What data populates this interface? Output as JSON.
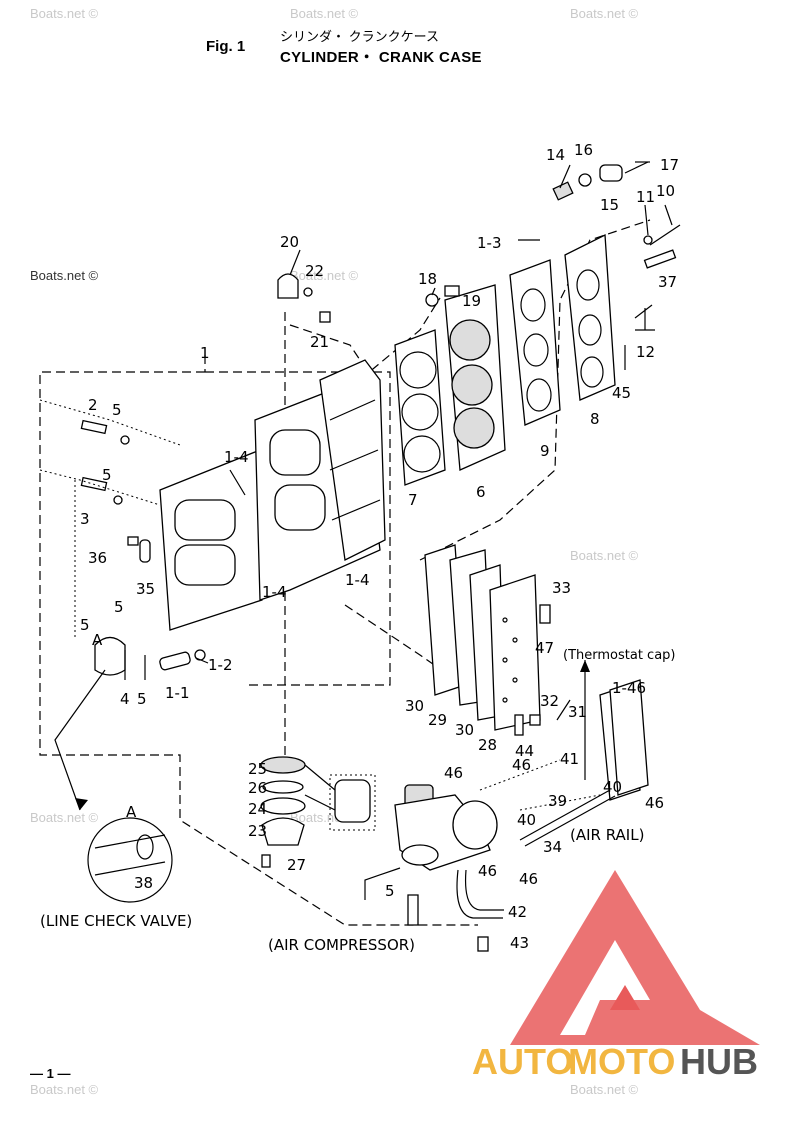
{
  "header": {
    "fig": "Fig. 1",
    "title_jp": "シリンダ・ クランクケース",
    "title_en": "CYLINDER・ CRANK CASE"
  },
  "labels": {
    "l1": "1",
    "l1_1": "1-1",
    "l1_2": "1-2",
    "l1_3": "1-3",
    "l1_4a": "1-4",
    "l1_4b": "1-4",
    "l1_4c": "1-4",
    "l1_46": "1-46",
    "l2": "2",
    "l3": "3",
    "l4": "4",
    "l5a": "5",
    "l5b": "5",
    "l5c": "5",
    "l5d": "5",
    "l5e": "5",
    "l5f": "5",
    "l6": "6",
    "l7": "7",
    "l8": "8",
    "l9": "9",
    "l10": "10",
    "l11": "11",
    "l12": "12",
    "l14": "14",
    "l15": "15",
    "l16": "16",
    "l17": "17",
    "l18": "18",
    "l19": "19",
    "l20": "20",
    "l21": "21",
    "l22": "22",
    "l23": "23",
    "l24": "24",
    "l25": "25",
    "l26": "26",
    "l27": "27",
    "l28": "28",
    "l29": "29",
    "l30a": "30",
    "l30b": "30",
    "l31": "31",
    "l32": "32",
    "l33": "33",
    "l34": "34",
    "l35": "35",
    "l36": "36",
    "l37": "37",
    "l38": "38",
    "l39": "39",
    "l40a": "40",
    "l40b": "40",
    "l41": "41",
    "l42": "42",
    "l43": "43",
    "l44": "44",
    "l45": "45",
    "l46a": "46",
    "l46b": "46",
    "l46c": "46",
    "l46d": "46",
    "l46e": "46",
    "l47": "47",
    "lA1": "A",
    "lA2": "A"
  },
  "captions": {
    "thermostat": "(Thermostat cap)",
    "line_check_valve": "(LINE CHECK VALVE)",
    "air_compressor": "(AIR COMPRESSOR)",
    "air_rail": "(AIR RAIL)"
  },
  "watermarks": [
    "Boats.net ©",
    "Boats.net ©",
    "Boats.net ©",
    "Boats.net ©",
    "Boats.net ©",
    "Boats.net ©",
    "Boats.net ©",
    "Boats.net ©",
    "Boats.net ©",
    "Boats.net ©"
  ],
  "logo": {
    "text_auto": "AUTO",
    "text_moto": "MOTO",
    "text_hub": "HUB",
    "color_primary": "#e85a5a",
    "color_auto": "#f2b640",
    "color_hub": "#555555"
  },
  "footer": "— 1 —"
}
